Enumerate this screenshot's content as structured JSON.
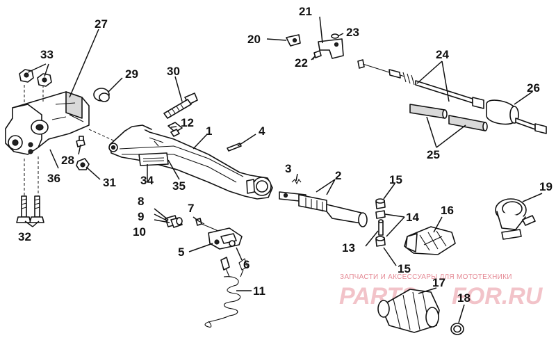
{
  "callouts": {
    "c1": "1",
    "c2": "2",
    "c3": "3",
    "c4": "4",
    "c5": "5",
    "c6": "6",
    "c7": "7",
    "c8": "8",
    "c9": "9",
    "c10": "10",
    "c11": "11",
    "c12": "12",
    "c13": "13",
    "c14": "14",
    "c15a": "15",
    "c15b": "15",
    "c16": "16",
    "c17": "17",
    "c18": "18",
    "c19": "19",
    "c20": "20",
    "c21": "21",
    "c22": "22",
    "c23": "23",
    "c24": "24",
    "c25": "25",
    "c26": "26",
    "c27": "27",
    "c28": "28",
    "c29": "29",
    "c30": "30",
    "c31": "31",
    "c32": "32",
    "c33": "33",
    "c34": "34",
    "c35": "35",
    "c36": "36"
  },
  "watermark": {
    "caption": "ЗАПЧАСТИ И АКСЕССУАРЫ ДЛЯ МОТОТЕХНИКИ",
    "brand_left": "PARTS",
    "brand_right": "FOR.RU"
  }
}
